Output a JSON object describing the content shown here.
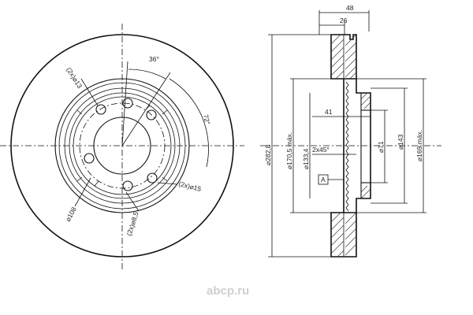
{
  "front_view": {
    "angle_36": "36°",
    "angle_72": "72°",
    "holes_13": "(2x)⌀13",
    "holes_15": "(2x)⌀15",
    "holes_8": "(2x)⌀8,5",
    "pcd_108": "⌀108"
  },
  "section_view": {
    "width_48": "48",
    "width_26": "26",
    "depth_41": "41",
    "chamfer": "2x45°",
    "dia_282": "⌀282,8",
    "dia_170": "⌀170,5 máx.",
    "dia_133": "⌀133,4",
    "dia_71": "⌀71",
    "dia_143": "⌀143",
    "dia_169": "⌀169 máx.",
    "datum_a": "A"
  },
  "watermark": {
    "text": "abcp.ru",
    "color": "#cfcfcf"
  }
}
